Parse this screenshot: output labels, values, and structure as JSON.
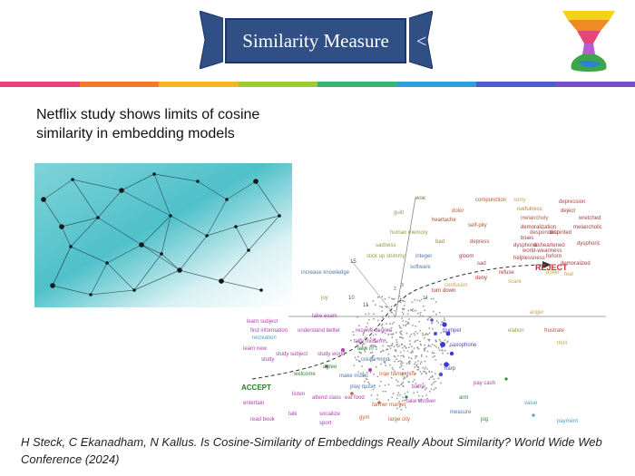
{
  "banner": {
    "title": "Similarity Measure",
    "chevron_glyph": "<"
  },
  "rainbow_colors": [
    "#e8447a",
    "#f07a2e",
    "#f5b71f",
    "#9acd32",
    "#3cb371",
    "#2f9fd6",
    "#4b5fc9",
    "#7a4fc2"
  ],
  "headline": "Netflix study shows limits of cosine similarity in embedding models",
  "plot": {
    "labels": [
      {
        "text": "woe",
        "color": "#8b6a3a"
      },
      {
        "text": "compunction",
        "color": "#b5572a"
      },
      {
        "text": "sorry",
        "color": "#c8a050"
      },
      {
        "text": "depression",
        "color": "#b04040"
      },
      {
        "text": "guilt",
        "color": "#a09060"
      },
      {
        "text": "dolor",
        "color": "#b06030"
      },
      {
        "text": "ruefulness",
        "color": "#b58040"
      },
      {
        "text": "deject",
        "color": "#a04030"
      },
      {
        "text": "heartache",
        "color": "#a05030"
      },
      {
        "text": "melancholy",
        "color": "#b06040"
      },
      {
        "text": "wretched",
        "color": "#a04040"
      },
      {
        "text": "self-pity",
        "color": "#b05030"
      },
      {
        "text": "melancholic",
        "color": "#a04040"
      },
      {
        "text": "demoralization",
        "color": "#a04030"
      },
      {
        "text": "despondent",
        "color": "#a05040"
      },
      {
        "text": "dispirited",
        "color": "#a04030"
      },
      {
        "text": "human memory",
        "color": "#9a9a40"
      },
      {
        "text": "blues",
        "color": "#a04040"
      },
      {
        "text": "bad",
        "color": "#a08040"
      },
      {
        "text": "depress",
        "color": "#a05040"
      },
      {
        "text": "dysphoric",
        "color": "#a04040"
      },
      {
        "text": "sadness",
        "color": "#9a9a40"
      },
      {
        "text": "dysphoria",
        "color": "#a04040"
      },
      {
        "text": "disheartened",
        "color": "#a04040"
      },
      {
        "text": "world-weariness",
        "color": "#a04040"
      },
      {
        "text": "stick up shimmy",
        "color": "#9a9a40"
      },
      {
        "text": "integer",
        "color": "#4a7ab0"
      },
      {
        "text": "gloom",
        "color": "#a04040"
      },
      {
        "text": "helplessness",
        "color": "#a04040"
      },
      {
        "text": "forlorn",
        "color": "#a04040"
      },
      {
        "text": "sad",
        "color": "#a04040"
      },
      {
        "text": "demoralized",
        "color": "#a04040"
      },
      {
        "text": "REJECT",
        "color": "#c03030"
      },
      {
        "text": "software",
        "color": "#4a7ab0"
      },
      {
        "text": "refuse",
        "color": "#c03030"
      },
      {
        "text": "down",
        "color": "#c8a050"
      },
      {
        "text": "fear",
        "color": "#c8a050"
      },
      {
        "text": "15",
        "color": "#555555"
      },
      {
        "text": "increase knowledge",
        "color": "#4a7ab0"
      },
      {
        "text": "deny",
        "color": "#c03030"
      },
      {
        "text": "scare",
        "color": "#c8a050"
      },
      {
        "text": "confusion",
        "color": "#c8a050"
      },
      {
        "text": "turn down",
        "color": "#c03030"
      },
      {
        "text": "10",
        "color": "#555555"
      },
      {
        "text": "joy",
        "color": "#9a9a40"
      },
      {
        "text": "11",
        "color": "#555555"
      },
      {
        "text": "anger",
        "color": "#c8a050"
      },
      {
        "text": "learn subject",
        "color": "#b040b0"
      },
      {
        "text": "take exam",
        "color": "#b040b0"
      },
      {
        "text": "find information",
        "color": "#b040b0"
      },
      {
        "text": "understand better",
        "color": "#b040b0"
      },
      {
        "text": "receive degree",
        "color": "#b040b0"
      },
      {
        "text": "trumpet",
        "color": "#4a4ac0"
      },
      {
        "text": "elation",
        "color": "#9a9a40"
      },
      {
        "text": "frustrate",
        "color": "#a06040"
      },
      {
        "text": "recreation",
        "color": "#4aa0c0"
      },
      {
        "text": "take midterm",
        "color": "#b040b0"
      },
      {
        "text": "learn new",
        "color": "#b040b0"
      },
      {
        "text": "take in",
        "color": "#2a8a2a"
      },
      {
        "text": "saxophone",
        "color": "#4a4ac0"
      },
      {
        "text": "thrill",
        "color": "#c8a050"
      },
      {
        "text": "study subject",
        "color": "#b040b0"
      },
      {
        "text": "study world",
        "color": "#b040b0"
      },
      {
        "text": "create mind",
        "color": "#4a7ab0"
      },
      {
        "text": "study",
        "color": "#b040b0"
      },
      {
        "text": "agree",
        "color": "#2a8a2a"
      },
      {
        "text": "harp",
        "color": "#4a4ac0"
      },
      {
        "text": "welcome",
        "color": "#2a8a2a"
      },
      {
        "text": "make music",
        "color": "#4a7ab0"
      },
      {
        "text": "now hampshire",
        "color": "#c86030"
      },
      {
        "text": "ACCEPT",
        "color": "#2a7a2a"
      },
      {
        "text": "play music",
        "color": "#4a7ab0"
      },
      {
        "text": "bathe",
        "color": "#b040b0"
      },
      {
        "text": "pay cash",
        "color": "#b040b0"
      },
      {
        "text": "listen",
        "color": "#b040b0"
      },
      {
        "text": "attend class",
        "color": "#b040b0"
      },
      {
        "text": "eat food",
        "color": "#b040b0"
      },
      {
        "text": "take shower",
        "color": "#b040b0"
      },
      {
        "text": "arm",
        "color": "#2a8a2a"
      },
      {
        "text": "entertain",
        "color": "#b040b0"
      },
      {
        "text": "farmer market",
        "color": "#c86030"
      },
      {
        "text": "measure",
        "color": "#4a7ab0"
      },
      {
        "text": "value",
        "color": "#4aa0c0"
      },
      {
        "text": "talk",
        "color": "#b040b0"
      },
      {
        "text": "socialize",
        "color": "#b040b0"
      },
      {
        "text": "gym",
        "color": "#c86030"
      },
      {
        "text": "read book",
        "color": "#b040b0"
      },
      {
        "text": "sport",
        "color": "#b040b0"
      },
      {
        "text": "large city",
        "color": "#c86030"
      },
      {
        "text": "jog",
        "color": "#2a8a2a"
      },
      {
        "text": "payment",
        "color": "#4aa0c0"
      },
      {
        "text": "2",
        "color": "#555555"
      },
      {
        "text": "3",
        "color": "#555555"
      },
      {
        "text": "6",
        "color": "#555555"
      },
      {
        "text": "7",
        "color": "#555555"
      },
      {
        "text": "14",
        "color": "#555555"
      }
    ]
  },
  "citation": "H Steck, C Ekanadham, N Kallus. Is Cosine-Similarity of Embeddings Really About Similarity? World Wide Web Conference (2024)"
}
